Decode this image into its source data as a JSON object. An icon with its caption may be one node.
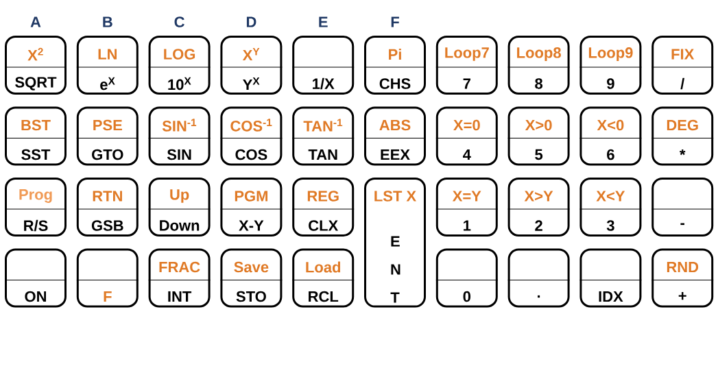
{
  "diagram": {
    "nodes": [
      {
        "text": [
          "X$^{2}$",
          "SQRT"
        ]
      },
      {
        "text": [
          "LN",
          "e$^{X}$"
        ]
      },
      {
        "text": [
          "LOG",
          "10$^{X}$"
        ]
      },
      {
        "text": [
          "X$^{Y}$",
          "Y$^{X}$"
        ]
      },
      {
        "text": [
          "1/X"
        ]
      },
      {
        "text": [
          "Pi",
          "CHS"
        ]
      },
      {
        "text": [
          "Loop7",
          "7"
        ]
      },
      {
        "text": [
          "Loop8",
          "8"
        ]
      },
      {
        "text": [
          "Loop9",
          "9"
        ]
      },
      {
        "text": [
          "FIX",
          "/"
        ]
      },
      {
        "text": [
          "BST",
          "SST"
        ]
      },
      {
        "text": [
          "PSE",
          "GTO"
        ]
      },
      {
        "text": [
          "SIN$^{-1}$",
          "SIN"
        ]
      },
      {
        "text": [
          "COS$^{-1}$",
          "COS"
        ]
      },
      {
        "text": [
          "TAN$^{-1}$",
          "TAN"
        ]
      },
      {
        "text": [
          "ABS",
          "EEX"
        ]
      },
      {
        "text": [
          "X=0",
          "4"
        ]
      },
      {
        "text": [
          "X>0",
          "5"
        ]
      },
      {
        "text": [
          "X<0",
          "6"
        ]
      },
      {
        "text": [
          "DEG",
          "*"
        ]
      },
      {
        "text": [
          "Prog",
          "R/S"
        ]
      },
      {
        "text": [
          "RTN",
          "GSB"
        ]
      },
      {
        "text": [
          "Up",
          "Down"
        ]
      },
      {
        "text": [
          "PGM",
          "X-Y"
        ]
      },
      {
        "text": [
          "REG",
          "CLX"
        ]
      },
      {
        "text": [
          "LST X",
          "E N T"
        ]
      },
      {
        "text": [
          "X=Y",
          "1"
        ]
      },
      {
        "text": [
          "X>Y",
          "2"
        ]
      },
      {
        "text": [
          "X<Y",
          "3"
        ]
      },
      {
        "text": [
          "-"
        ]
      },
      {
        "text": [
          "ON"
        ]
      },
      {
        "text": [
          "F"
        ]
      },
      {
        "text": [
          "FRAC",
          "INT"
        ]
      },
      {
        "text": [
          "Save",
          "STO"
        ]
      },
      {
        "text": [
          "Load",
          "RCL"
        ]
      },
      {
        "text": [
          "0"
        ]
      },
      {
        "text": [
          "."
        ]
      },
      {
        "text": [
          "IDX"
        ]
      },
      {
        "text": [
          "RND",
          "+"
        ]
      }
    ],
    "labels": [
      "A",
      "B",
      "C",
      "D",
      "E",
      "F"
    ]
  }
}
